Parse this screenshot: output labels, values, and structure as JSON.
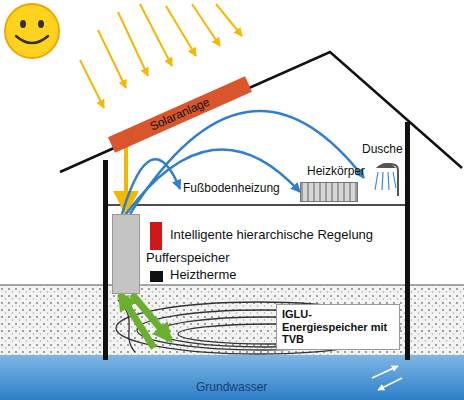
{
  "diagram": {
    "nodes": [
      {
        "text": [
          "Solaranlage"
        ]
      },
      {
        "text": [
          "Pufferspeicher"
        ]
      },
      {
        "text": [
          "Intelligente hierarchische Regelung"
        ]
      },
      {
        "text": [
          "Heiztherme"
        ]
      },
      {
        "text": [
          "Fußbodenheizung"
        ]
      },
      {
        "text": [
          "Heizkörper"
        ]
      },
      {
        "text": [
          "Dusche"
        ]
      },
      {
        "text": [
          "IGLU-Energiespeicher mit TVB"
        ]
      }
    ],
    "edges": [
      {
        "from": 0,
        "to": 1,
        "arrow": "to"
      },
      {
        "from": 1,
        "to": 4,
        "arrow": "to"
      },
      {
        "from": 1,
        "to": 5,
        "arrow": "to"
      },
      {
        "from": 1,
        "to": 6,
        "arrow": "to"
      },
      {
        "from": 1,
        "to": 7,
        "arrow": "to"
      },
      {
        "from": 7,
        "to": 1,
        "arrow": "to"
      }
    ],
    "labels": [
      "Grundwasser"
    ]
  }
}
